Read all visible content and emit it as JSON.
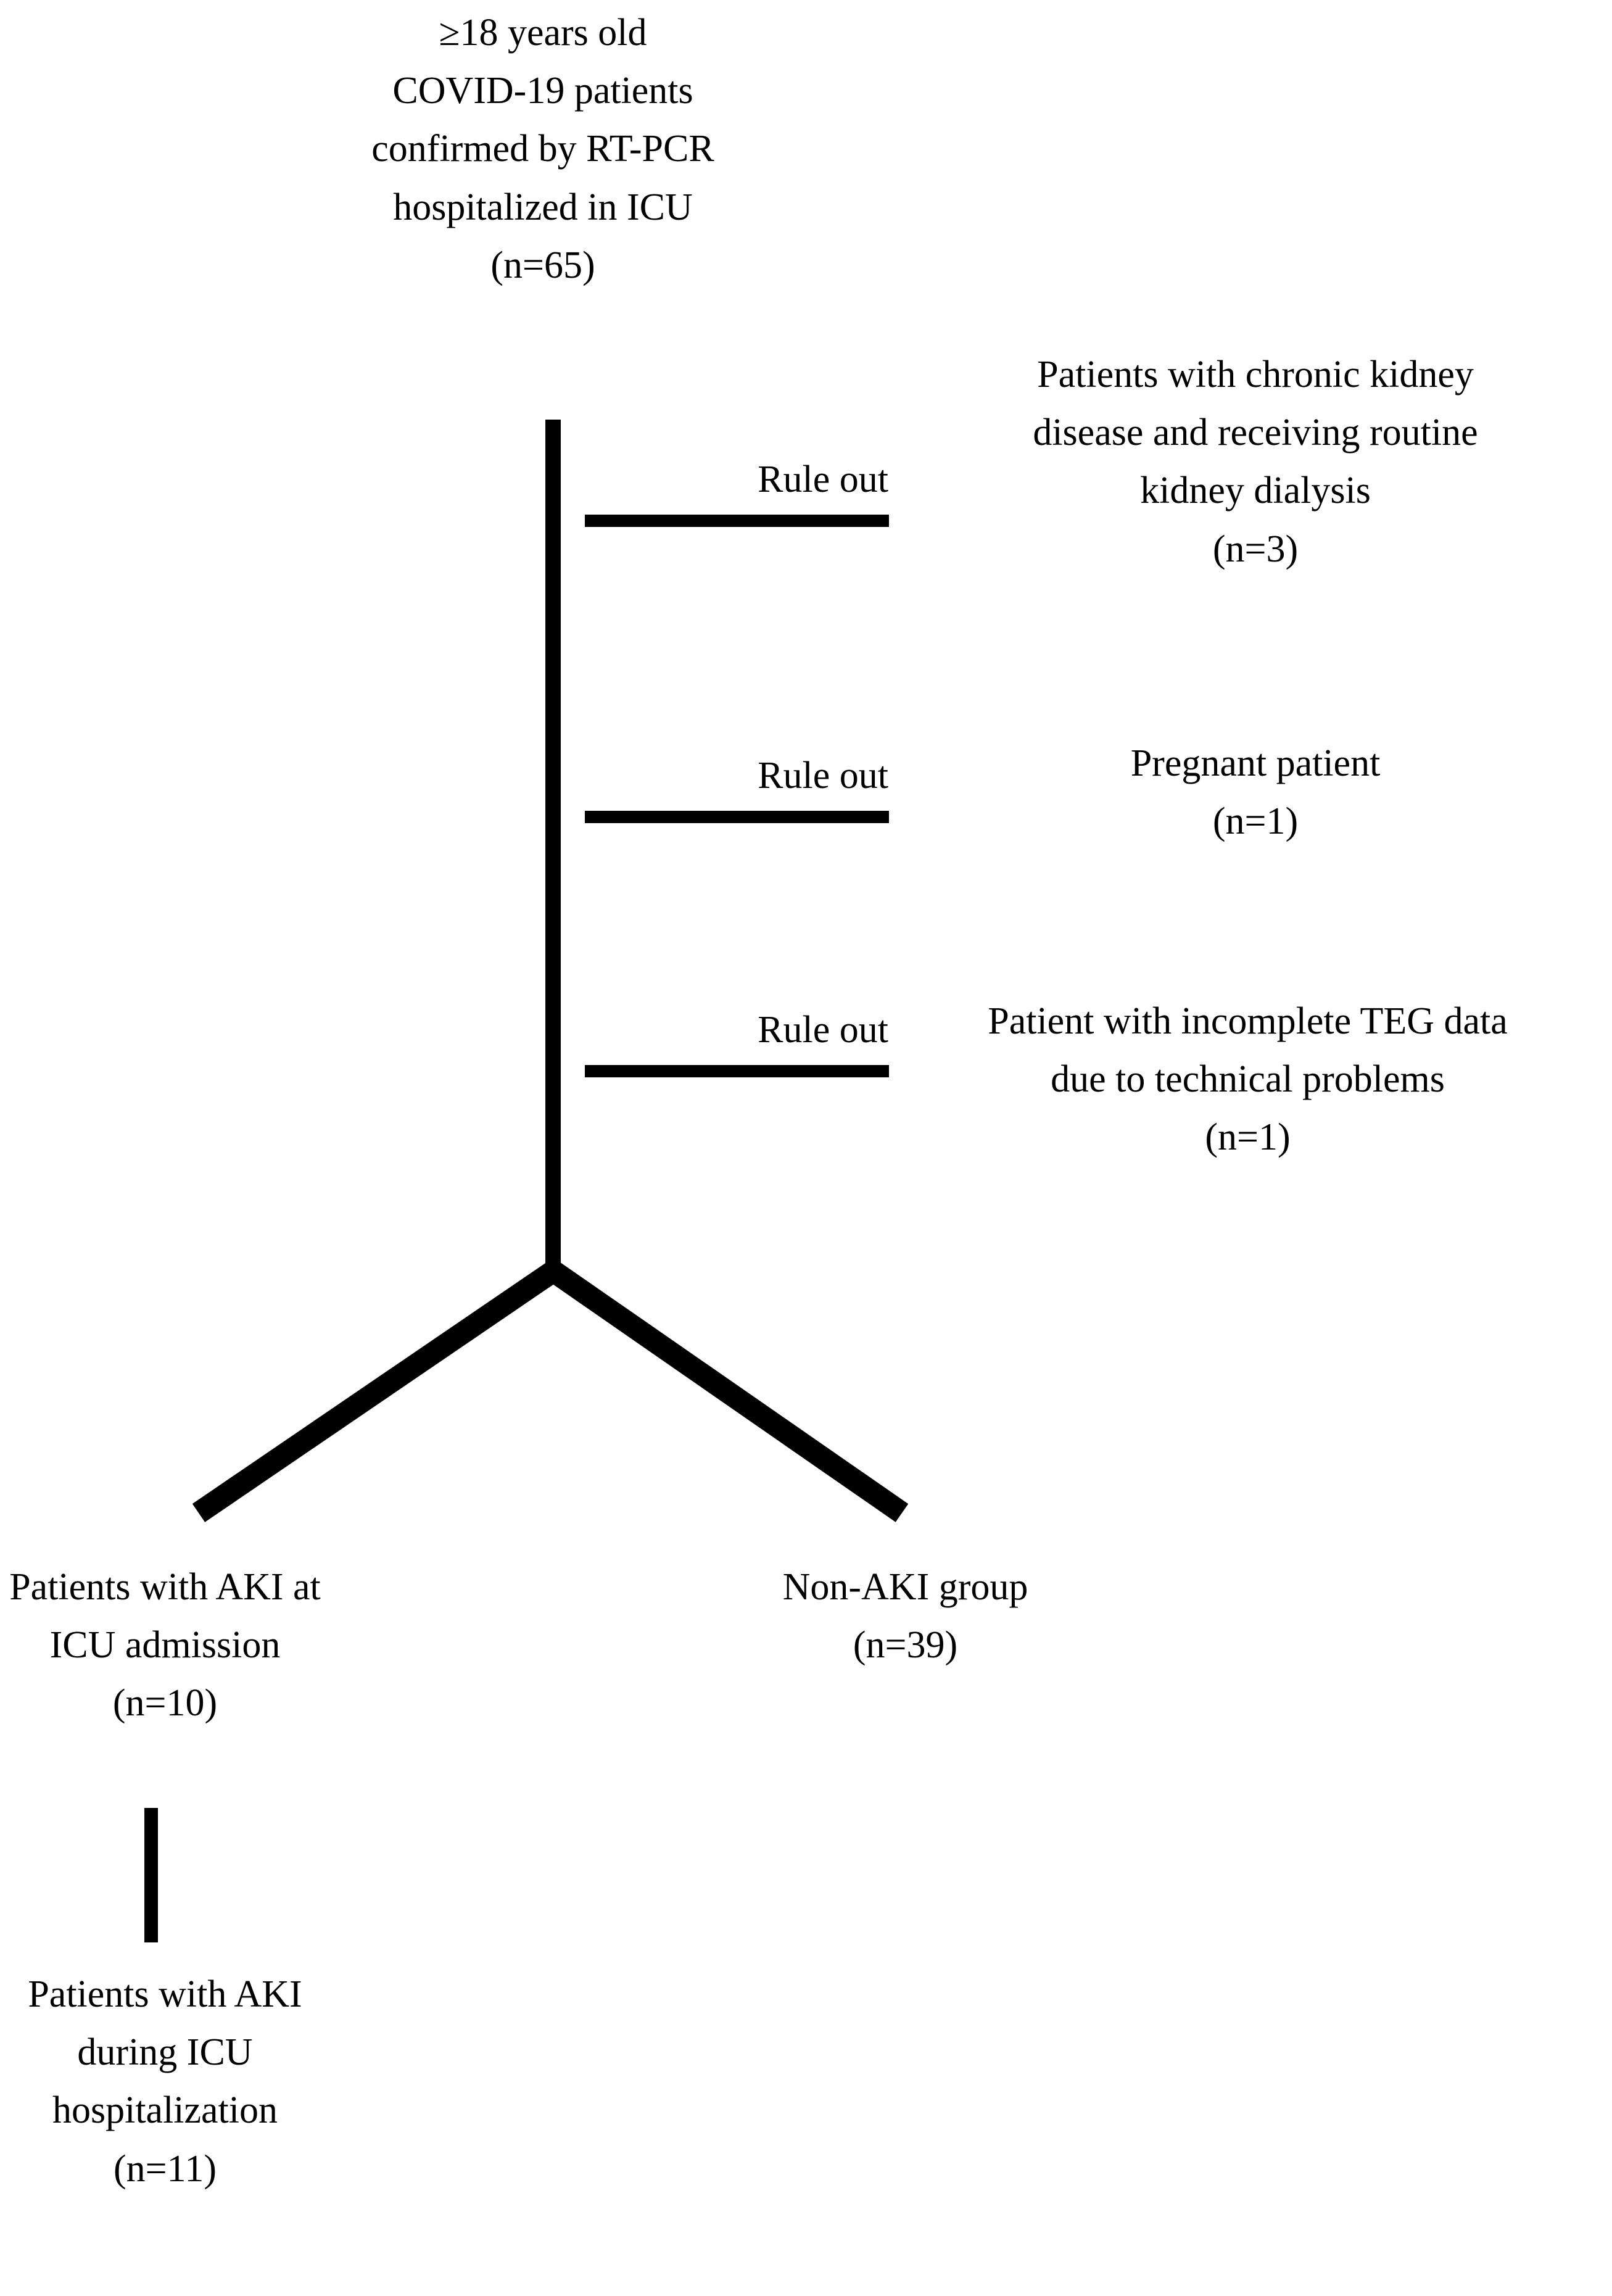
{
  "diagram": {
    "title": "COVID-19 ICU patient AKI study flow diagram",
    "colors": {
      "background": "#ffffff",
      "ink": "#000000"
    },
    "header": {
      "lines": [
        "≥18 years old",
        "COVID-19 patients",
        "confirmed by RT-PCR",
        "hospitalized in ICU",
        "(n=65)"
      ],
      "count_label": "(n=65)",
      "n": 65
    },
    "exclusions": [
      {
        "rule_label": "Rule out",
        "lines": [
          "Patients with chronic kidney",
          "disease and receiving routine",
          "kidney dialysis",
          "(n=3)"
        ],
        "count_label": "(n=3)",
        "n": 3
      },
      {
        "rule_label": "Rule out",
        "lines": [
          "Pregnant patient",
          "(n=1)"
        ],
        "count_label": "(n=1)",
        "n": 1
      },
      {
        "rule_label": "Rule out",
        "lines": [
          "Patient with incomplete TEG data",
          "due to technical problems",
          "(n=1)"
        ],
        "count_label": "(n=1)",
        "n": 1
      }
    ],
    "groups": {
      "aki_admission": {
        "lines": [
          "Patients with AKI at",
          "ICU admission",
          "(n=10)"
        ],
        "count_label": "(n=10)",
        "n": 10
      },
      "non_aki": {
        "lines": [
          "Non-AKI group",
          "(n=39)"
        ],
        "count_label": "(n=39)",
        "n": 39
      },
      "aki_during": {
        "lines": [
          "Patients with AKI",
          "during ICU",
          "hospitalization",
          "(n=11)"
        ],
        "count_label": "(n=11)",
        "n": 11
      }
    }
  }
}
